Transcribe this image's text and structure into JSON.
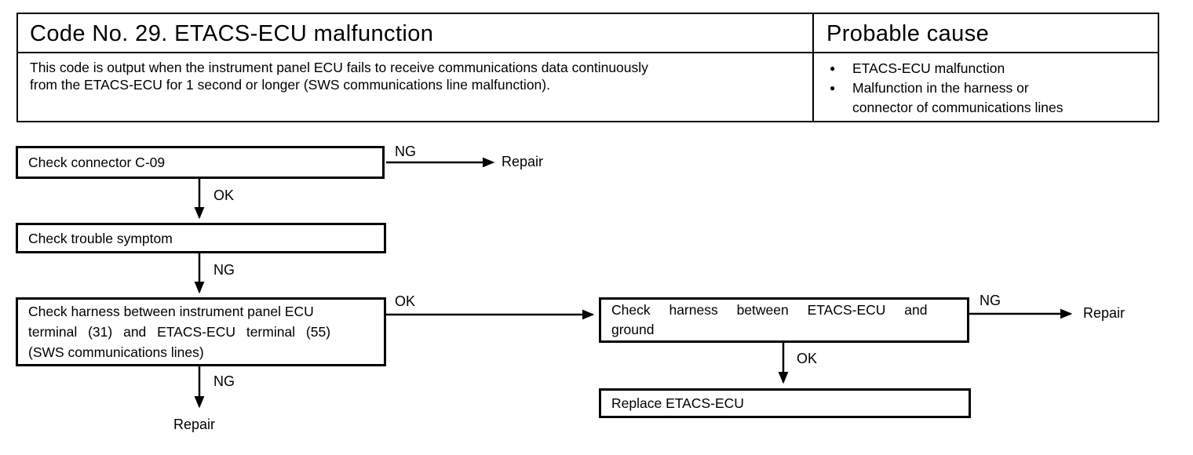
{
  "header": {
    "title": "Code No. 29. ETACS-ECU malfunction",
    "probable_cause_label": "Probable cause",
    "description_lines": [
      "This code is output when the instrument panel ECU fails to receive communications data continuously",
      "from the ETACS-ECU for 1 second or longer (SWS communications line malfunction)."
    ],
    "causes": [
      {
        "lines": [
          "ETACS-ECU malfunction"
        ]
      },
      {
        "lines": [
          "Malfunction in the harness or",
          "connector of communications lines"
        ]
      }
    ],
    "bullet_glyph": "●"
  },
  "flowchart": {
    "boxes": {
      "check_connector": {
        "label": "Check connector C-09"
      },
      "check_trouble_symptom": {
        "label": "Check trouble symptom"
      },
      "check_harness_sws": {
        "lines": [
          "Check harness between instrument panel ECU",
          "terminal (31) and ETACS-ECU terminal (55)",
          "(SWS communications lines)"
        ]
      },
      "check_harness_ground": {
        "lines": [
          "Check harness between ETACS-ECU and",
          "ground"
        ]
      },
      "replace_etacs_ecu": {
        "label": "Replace ETACS-ECU"
      }
    },
    "edge_labels": {
      "ng": "NG",
      "ok": "OK"
    },
    "terminals": {
      "repair": "Repair"
    },
    "line_color": "#000000",
    "background_color": "#ffffff"
  }
}
